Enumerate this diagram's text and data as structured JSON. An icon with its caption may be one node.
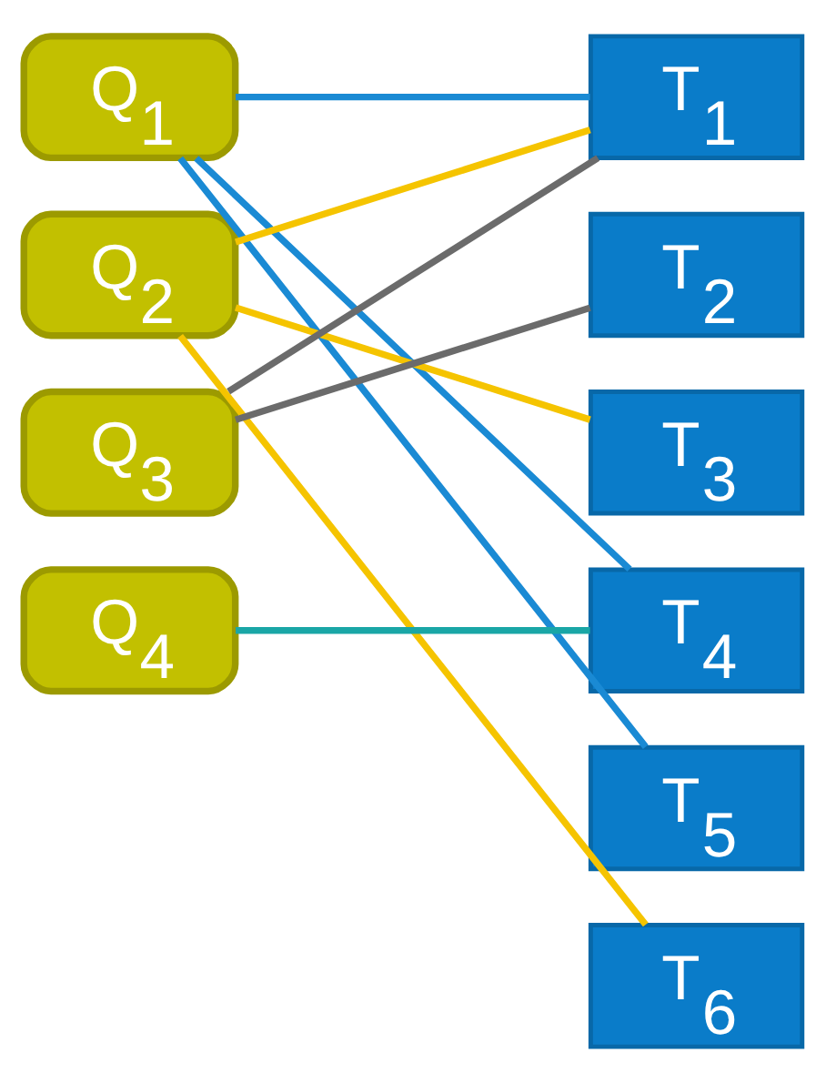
{
  "diagram": {
    "nodes": [
      {
        "text": [
          "Q$_{1}$"
        ]
      },
      {
        "text": [
          "Q$_{2}$"
        ]
      },
      {
        "text": [
          "Q$_{3}$"
        ]
      },
      {
        "text": [
          "Q$_{4}$"
        ]
      },
      {
        "text": [
          "T$_{1}$"
        ]
      },
      {
        "text": [
          "T$_{2}$"
        ]
      },
      {
        "text": [
          "T$_{3}$"
        ]
      },
      {
        "text": [
          "T$_{4}$"
        ]
      },
      {
        "text": [
          "T$_{5}$"
        ]
      },
      {
        "text": [
          "T$_{6}$"
        ]
      }
    ],
    "edges": [
      {
        "from": 0,
        "to": 4,
        "arrow": "none",
        "color": "#1a8ad4"
      },
      {
        "from": 0,
        "to": 7,
        "arrow": "none",
        "color": "#1a8ad4"
      },
      {
        "from": 0,
        "to": 8,
        "arrow": "none",
        "color": "#1a8ad4"
      },
      {
        "from": 1,
        "to": 4,
        "arrow": "none",
        "color": "#f5c400"
      },
      {
        "from": 1,
        "to": 6,
        "arrow": "none",
        "color": "#f5c400"
      },
      {
        "from": 1,
        "to": 9,
        "arrow": "none",
        "color": "#f5c400"
      },
      {
        "from": 2,
        "to": 4,
        "arrow": "none",
        "color": "#6b6b6b"
      },
      {
        "from": 2,
        "to": 5,
        "arrow": "none",
        "color": "#6b6b6b"
      },
      {
        "from": 3,
        "to": 7,
        "arrow": "none",
        "color": "#1aa6a6"
      }
    ]
  }
}
